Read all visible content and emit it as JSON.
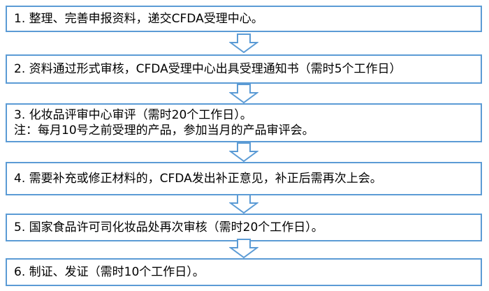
{
  "steps": [
    {
      "line1": "1. 整理、完善申报资料，递交CFDA受理中心。",
      "line2": ""
    },
    {
      "line1": "2. 资料通过形式审核，CFDA受理中心出具受理通知书（需时5个工作日）",
      "line2": ""
    },
    {
      "line1": "3. 化妆品评审中心审评（需时20个工作日）。",
      "line2": "注：每月10号之前受理的产品，参加当月的产品审评会。"
    },
    {
      "line1": "4.  需要补充或修正材料的，CFDA发出补正意见，补正后需再次上会。",
      "line2": ""
    },
    {
      "line1": "5. 国家食品许可司化妆品处再次审核（需时20个工作日）。",
      "line2": ""
    },
    {
      "line1": "6. 制证、发证（需时10个工作日）。",
      "line2": ""
    }
  ],
  "colors": {
    "border": "#5b9bd5",
    "arrow_stroke": "#5b9bd5",
    "arrow_fill": "#ffffff",
    "text": "#000000"
  }
}
